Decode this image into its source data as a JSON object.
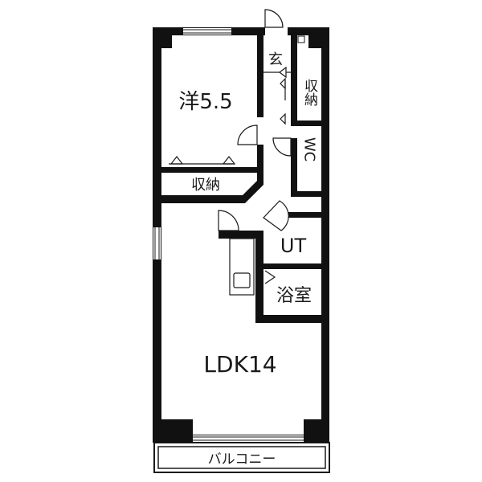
{
  "floorplan": {
    "rooms": {
      "western_room": "洋5.5",
      "entrance": "玄",
      "storage_entrance": "収納",
      "storage_room": "収納",
      "toilet": "WC",
      "utility": "UT",
      "bathroom": "浴室",
      "ldk": "LDK14",
      "balcony": "バルコニー"
    },
    "colors": {
      "wall": "#111111",
      "line": "#1a1a1a",
      "background": "#ffffff"
    }
  }
}
